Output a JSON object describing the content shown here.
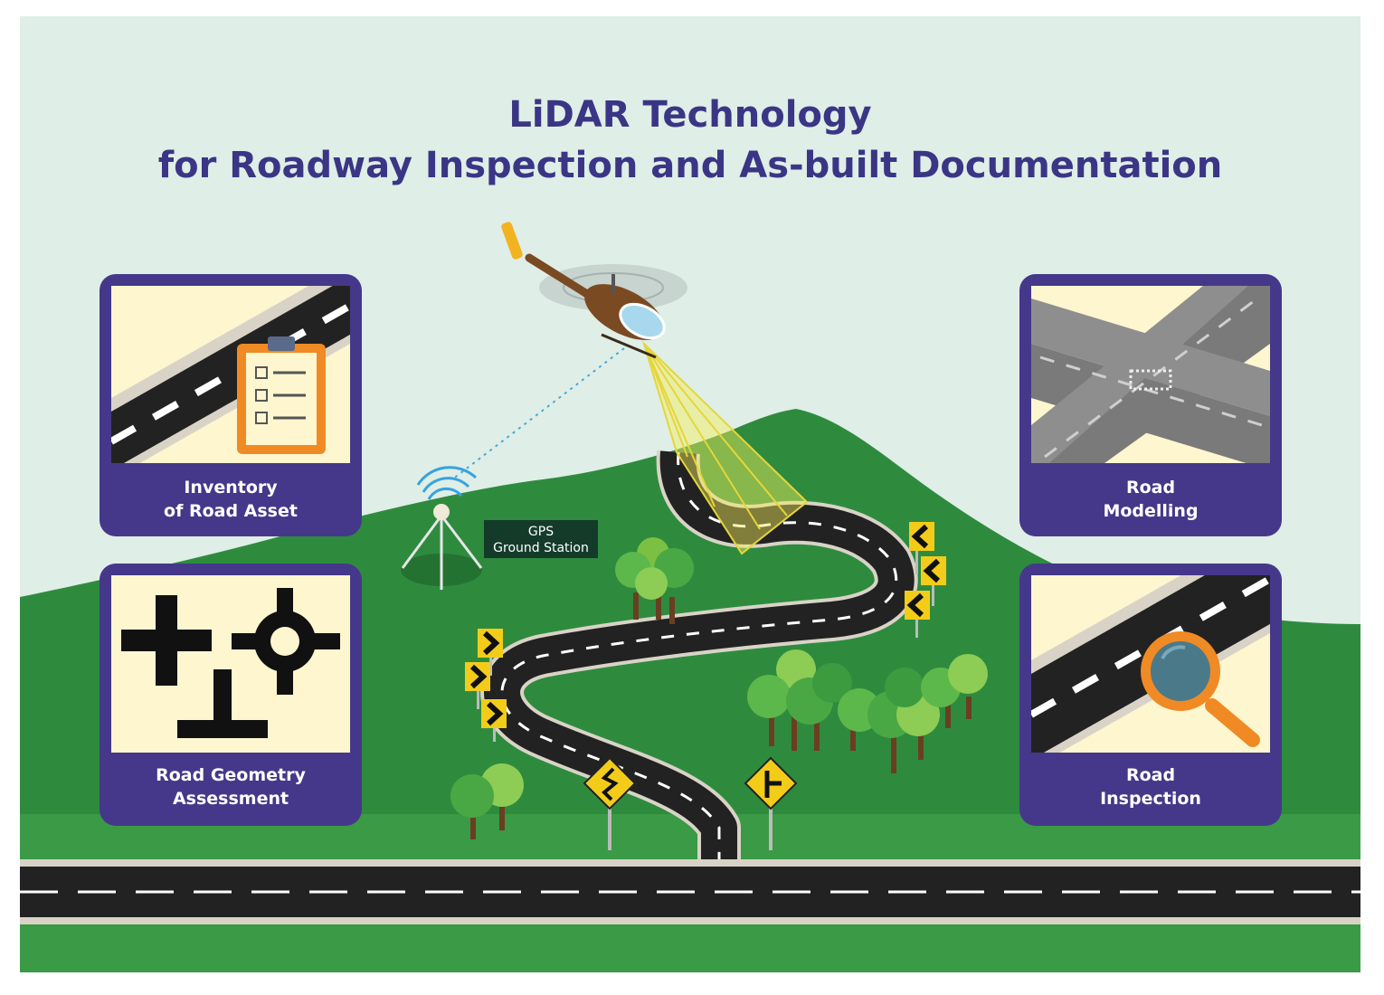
{
  "title": {
    "line1": "LiDAR Technology",
    "line2": "for Roadway Inspection and As-built Documentation"
  },
  "colors": {
    "sky": "#dfeee6",
    "grass": "#3a9a45",
    "hill": "#2e8b3e",
    "title": "#3b3586",
    "card_frame": "#45388a",
    "card_inner": "#fdf6cf",
    "road": "#222222",
    "road_edge": "#d9d3c7",
    "sign_yellow": "#f3cc1a",
    "beam": "#f7ee5a",
    "gps_label_bg": "#143b2a"
  },
  "cards": {
    "inventory": {
      "line1": "Inventory",
      "line2": "of Road Asset",
      "icon": "clipboard-checklist-icon"
    },
    "modelling": {
      "line1": "Road",
      "line2": "Modelling",
      "icon": "intersection-model-icon"
    },
    "geometry": {
      "line1": "Road Geometry",
      "line2": "Assessment",
      "icon": "road-geometry-icon"
    },
    "inspection": {
      "line1": "Road",
      "line2": "Inspection",
      "icon": "magnifier-icon"
    }
  },
  "gps": {
    "line1": "GPS",
    "line2": "Ground Station"
  }
}
